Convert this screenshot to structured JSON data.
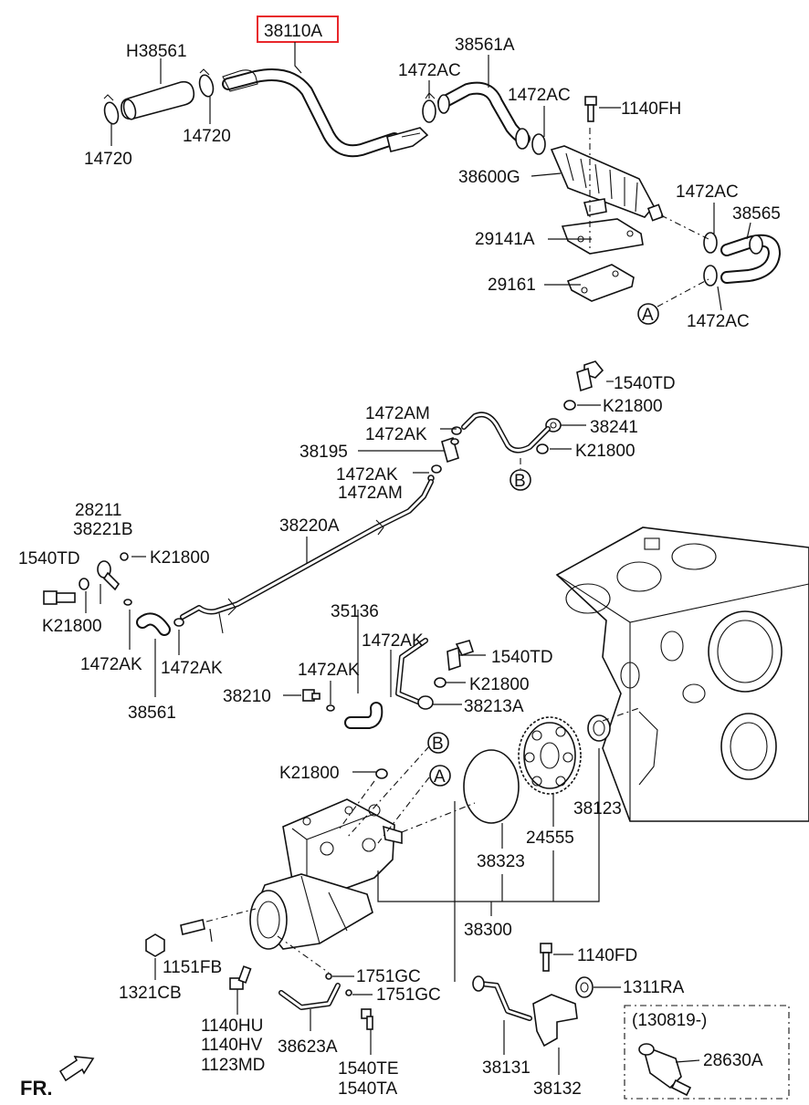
{
  "highlighted_part": "38110A",
  "labels": {
    "p38110A": "38110A",
    "pH38561": "H38561",
    "p38561A": "38561A",
    "p1472AC_a": "1472AC",
    "p1472AC_b": "1472AC",
    "p1140FH": "1140FH",
    "p14720_a": "14720",
    "p14720_b": "14720",
    "p38600G": "38600G",
    "p1472AC_c": "1472AC",
    "p38565": "38565",
    "p29141A": "29141A",
    "p29161": "29161",
    "p1472AC_d": "1472AC",
    "calloutA_top": "A",
    "p1540TD_a": "1540TD",
    "pK21800_a": "K21800",
    "p1472AM_a": "1472AM",
    "p1472AK_a": "1472AK",
    "p38241": "38241",
    "p38195": "38195",
    "pK21800_b": "K21800",
    "p1472AK_b": "1472AK",
    "calloutB_top": "B",
    "p1472AM_b": "1472AM",
    "p28211": "28211",
    "p38221B": "38221B",
    "p38220A": "38220A",
    "p1540TD_b": "1540TD",
    "pK21800_c": "K21800",
    "pK21800_d": "K21800",
    "p1472AK_c": "1472AK",
    "p1472AK_d": "1472AK",
    "p38561": "38561",
    "p35136": "35136",
    "p1472AK_e": "1472AK",
    "p1540TD_c": "1540TD",
    "p1472AK_f": "1472AK",
    "pK21800_e": "K21800",
    "p38210": "38210",
    "p38213A": "38213A",
    "calloutB_mid": "B",
    "pK21800_f": "K21800",
    "calloutA_mid": "A",
    "p38123": "38123",
    "p24555": "24555",
    "p38323": "38323",
    "p38300": "38300",
    "p1151FB": "1151FB",
    "p1321CB": "1321CB",
    "p1751GC_a": "1751GC",
    "p1751GC_b": "1751GC",
    "p1140FD": "1140FD",
    "p1311RA": "1311RA",
    "p1140HU": "1140HU",
    "p1140HV": "1140HV",
    "p1123MD": "1123MD",
    "p38623A": "38623A",
    "p1540TE": "1540TE",
    "p1540TA": "1540TA",
    "p38131": "38131",
    "p38132": "38132",
    "p130819": "(130819-)",
    "p28630A": "28630A",
    "fr": "FR."
  }
}
